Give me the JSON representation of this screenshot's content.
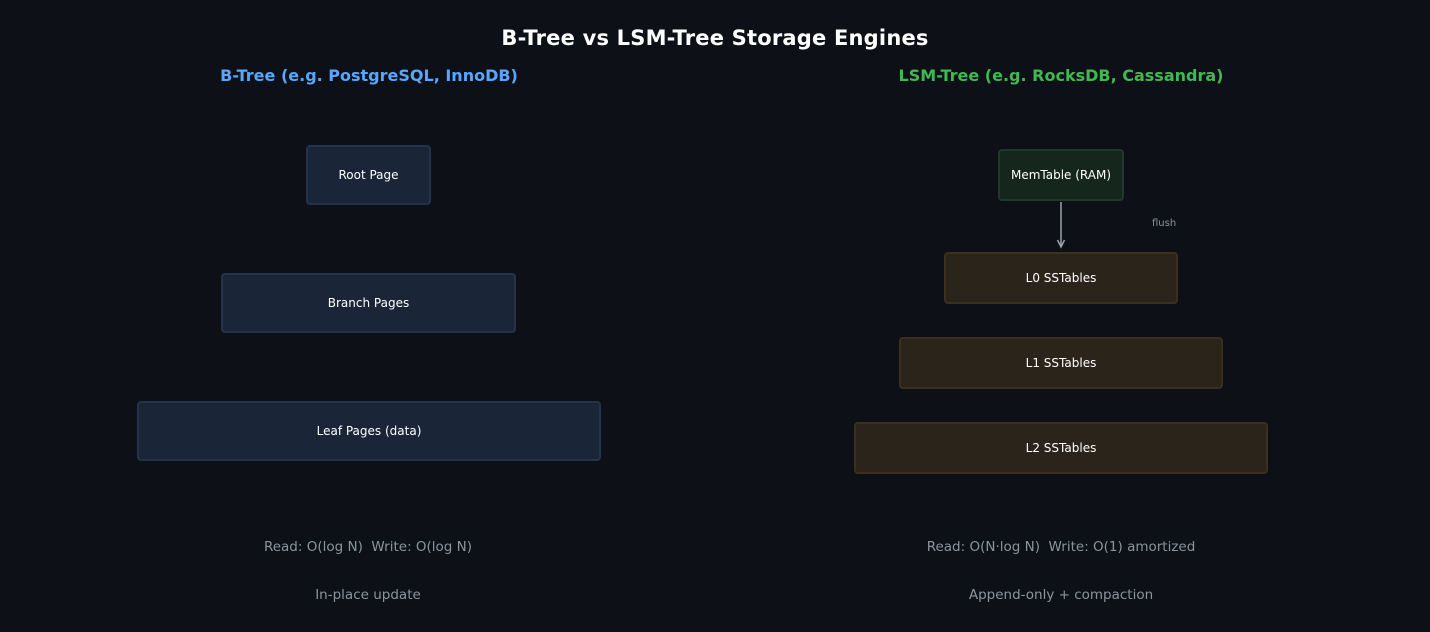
{
  "title": "B-Tree vs LSM-Tree Storage Engines",
  "btree": {
    "heading": "B-Tree (e.g. PostgreSQL, InnoDB)",
    "nodes": {
      "root": "Root Page",
      "branch": "Branch Pages",
      "leaf": "Leaf Pages (data)"
    },
    "caption_line1": "Read: O(log N)  Write: O(log N)",
    "caption_line2": "In-place update"
  },
  "lsm": {
    "heading": "LSM-Tree (e.g. RocksDB, Cassandra)",
    "nodes": {
      "memtable": "MemTable (RAM)",
      "l0": "L0 SSTables",
      "l1": "L1 SSTables",
      "l2": "L2 SSTables"
    },
    "flush_label": "flush",
    "caption_line1": "Read: O(N·log N)  Write: O(1) amortized",
    "caption_line2": "Append-only + compaction"
  },
  "colors": {
    "background": "#0d1117",
    "btree_accent": "#58a6ff",
    "lsm_accent": "#3fb950",
    "btree_node_fill": "#1a2638",
    "memtable_fill": "#15261d",
    "sstable_fill": "#2b241a",
    "caption_text": "#8b949e"
  }
}
